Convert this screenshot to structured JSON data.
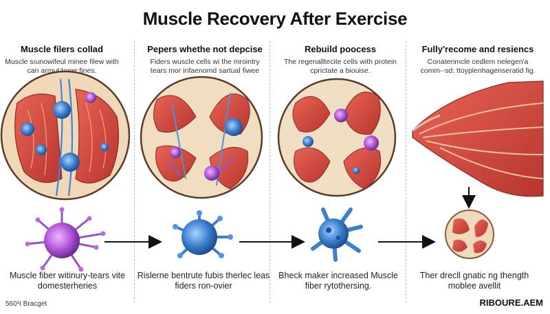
{
  "title": "Muscle  Recovery After Exercise",
  "colors": {
    "muscle": "#d8483f",
    "muscle_dark": "#a82d2c",
    "tissue": "#f3dfc4",
    "cell_blue": "#3b7fcf",
    "cell_purple": "#9b4fc4",
    "arrow": "#111111"
  },
  "stages": [
    {
      "heading": "Muscle filers collad",
      "description": "Muscle sıunowifeul minee filew with can armut:tome:fines.",
      "caption": "Muscle fiber witinury-tears vite domesterheries",
      "cell_icon": "purple-immune-cell-icon"
    },
    {
      "heading": "Pepers whethe not depcise",
      "description": "Fiders wuscle cells wi the mrointry tears mor infaenomd sartual fiwee with.",
      "caption": "Rislerne bentrute fubis therlec leas fiders ron-ovier",
      "cell_icon": "blue-immune-cell-icon"
    },
    {
      "heading": "Rebuild poocess",
      "description": "The regenalltecite cells with protein cprictate a biouise.",
      "caption": "Bheck maker increased Muscle fiber rytothersing.",
      "cell_icon": "blue-satellite-cell-icon"
    },
    {
      "heading": "Fully'recome and resiencs",
      "description": "Conatenmcle cedlem nelegen'a comm--sd: ttoyplenhagenseratid fig.",
      "caption": "Ther drecll gnatic ng thength moblee avellit",
      "cell_icon": "healthy-muscle-cross-section-icon"
    }
  ],
  "footer": {
    "left": "560¹t Bracget",
    "right": "RIBOURE.AEM"
  }
}
